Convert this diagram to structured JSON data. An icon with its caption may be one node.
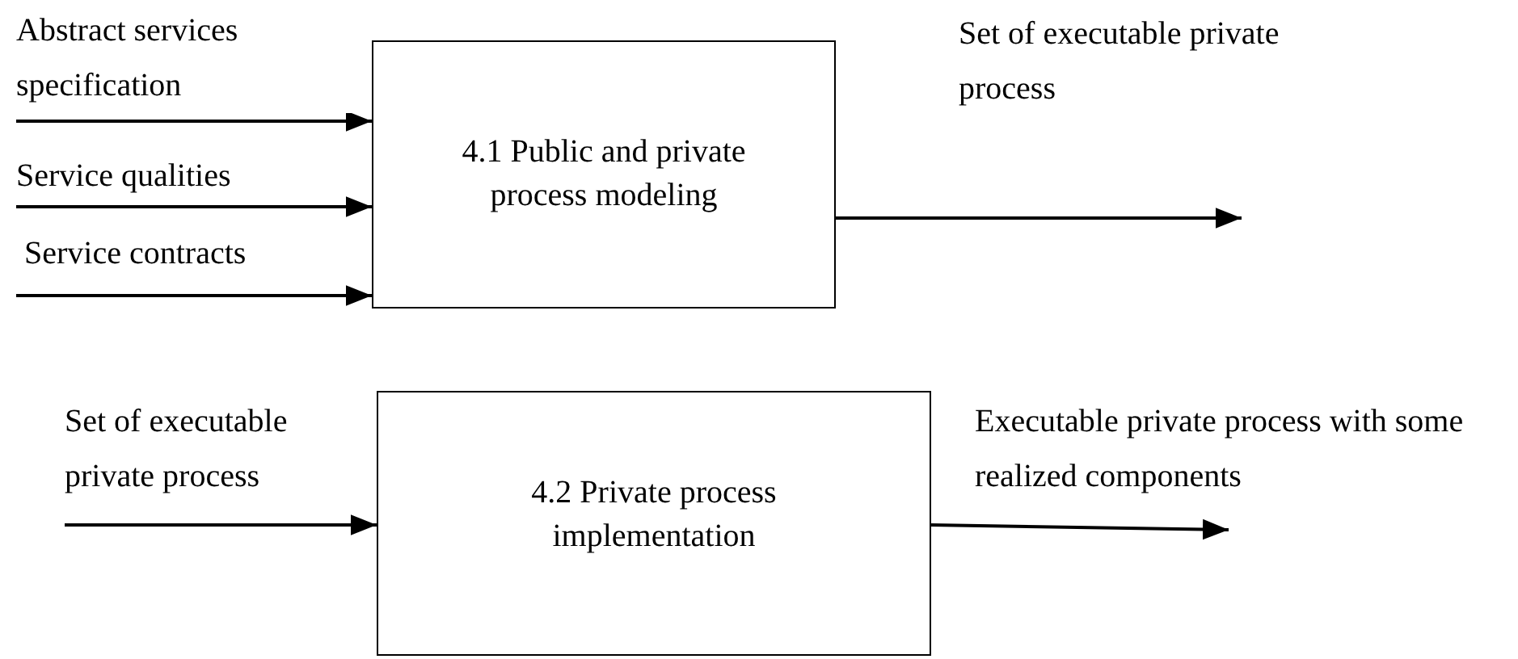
{
  "diagram": {
    "nodes": [
      {
        "text": [
          "4.1 Public and private process modeling"
        ]
      },
      {
        "text": [
          "4.2 Private process implementation"
        ]
      }
    ],
    "edges": [
      {
        "from": null,
        "to": 0,
        "arrow": "to",
        "label": "Abstract services specification"
      },
      {
        "from": null,
        "to": 0,
        "arrow": "to",
        "label": "Service qualities"
      },
      {
        "from": null,
        "to": 0,
        "arrow": "to",
        "label": "Service contracts"
      },
      {
        "from": 0,
        "to": null,
        "arrow": "to",
        "label": "Set of executable private process"
      },
      {
        "from": null,
        "to": 1,
        "arrow": "to",
        "label": "Set of executable private process"
      },
      {
        "from": 1,
        "to": null,
        "arrow": "to",
        "label": "Executable private process with some realized components"
      }
    ]
  }
}
